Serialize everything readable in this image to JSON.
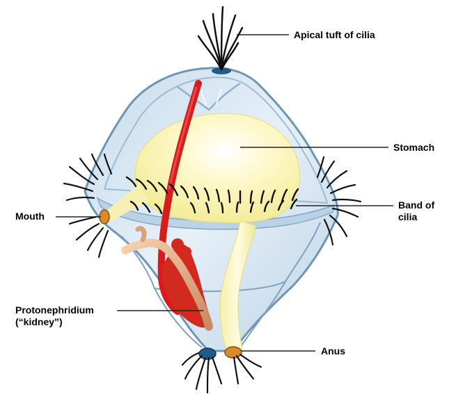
{
  "diagram": {
    "labels": {
      "apical_tuft": "Apical tuft of cilia",
      "stomach": "Stomach",
      "band_line1": "Band of",
      "band_line2": "cilia",
      "mouth": "Mouth",
      "protonephridium_line1": "Protonephridium",
      "protonephridium_line2": "(“kidney”)",
      "anus": "Anus"
    },
    "colors": {
      "body_fill": "#d6e6f2",
      "body_outline": "#6f95b3",
      "stomach": "#fdf7b5",
      "stomach_highlight": "#ffffff",
      "vessel": "#d61c1c",
      "mouth_anus": "#d98a2a",
      "apical_pore": "#1f5c8a",
      "cilia": "#111111",
      "protonephridium": "#e8b48f"
    }
  }
}
